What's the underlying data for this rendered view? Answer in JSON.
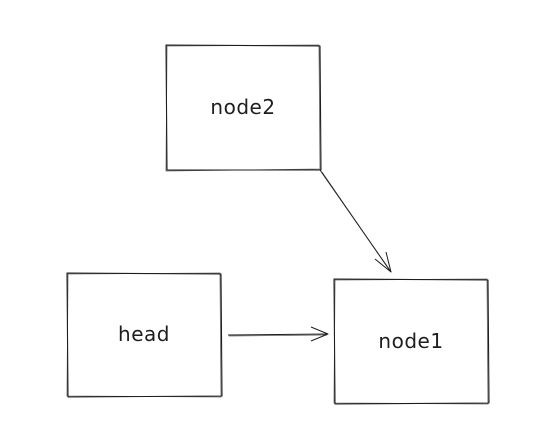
{
  "diagram": {
    "nodes": [
      {
        "id": "node2",
        "label": "node2"
      },
      {
        "id": "head",
        "label": "head"
      },
      {
        "id": "node1",
        "label": "node1"
      }
    ],
    "edges": [
      {
        "from": "node2",
        "to": "node1"
      },
      {
        "from": "head",
        "to": "node1"
      }
    ],
    "colors": {
      "stroke": "#1e1e1e",
      "background": "#ffffff",
      "text": "#1e1e1e"
    }
  }
}
